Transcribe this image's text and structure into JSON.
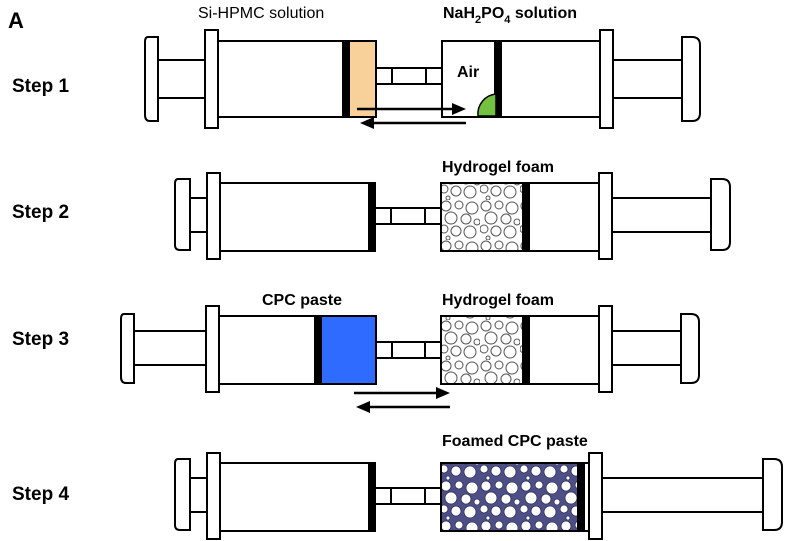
{
  "panel_label": "A",
  "steps": [
    {
      "label": "Step 1",
      "left_caption": "Si-HPMC solution",
      "right_caption_parts": [
        "NaH",
        "2",
        "PO",
        "4",
        " solution"
      ],
      "air_label": "Air"
    },
    {
      "label": "Step 2",
      "right_caption": "Hydrogel foam"
    },
    {
      "label": "Step 3",
      "left_caption": "CPC paste",
      "right_caption": "Hydrogel foam"
    },
    {
      "label": "Step 4",
      "right_caption": "Foamed CPC paste"
    }
  ],
  "colors": {
    "si_hpmc_solution": "#f8d09a",
    "cpc_paste": "#2f6bff",
    "foamed_cpc_paste": "#4d4f86",
    "air_pocket": "#74c041",
    "outline": "#000000"
  }
}
